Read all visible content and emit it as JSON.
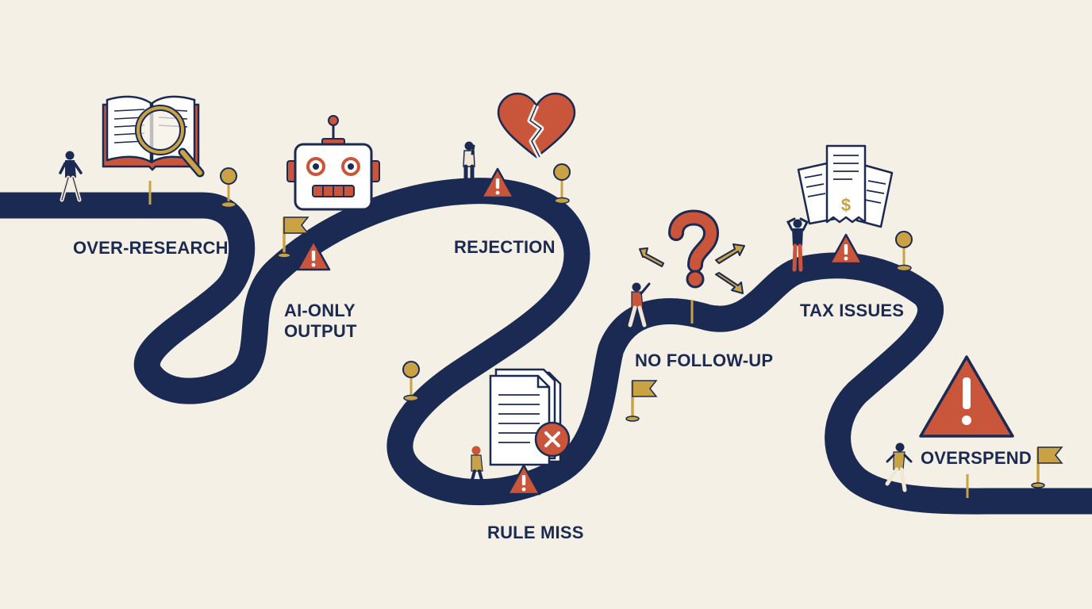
{
  "stages": [
    {
      "id": "over-research",
      "label": "OVER-RESEARCH",
      "icon": "book-magnifier-icon"
    },
    {
      "id": "ai-only-output",
      "label_lines": [
        "AI-ONLY",
        "OUTPUT"
      ],
      "icon": "robot-icon"
    },
    {
      "id": "rejection",
      "label": "REJECTION",
      "icon": "broken-heart-icon"
    },
    {
      "id": "rule-miss",
      "label": "RULE MISS",
      "icon": "rejected-document-icon"
    },
    {
      "id": "no-follow-up",
      "label": "NO FOLLOW-UP",
      "icon": "question-arrows-icon"
    },
    {
      "id": "tax-issues",
      "label": "TAX ISSUES",
      "icon": "receipts-icon"
    },
    {
      "id": "overspend",
      "label": "OVERSPEND",
      "icon": "large-warning-icon"
    }
  ],
  "colors": {
    "background": "#f5f0e6",
    "road": "#1b2a52",
    "warning": "#c9553a",
    "gold": "#c9a244",
    "text": "#1b2a52"
  },
  "icon_text": {
    "receipt_dollar": "$"
  }
}
